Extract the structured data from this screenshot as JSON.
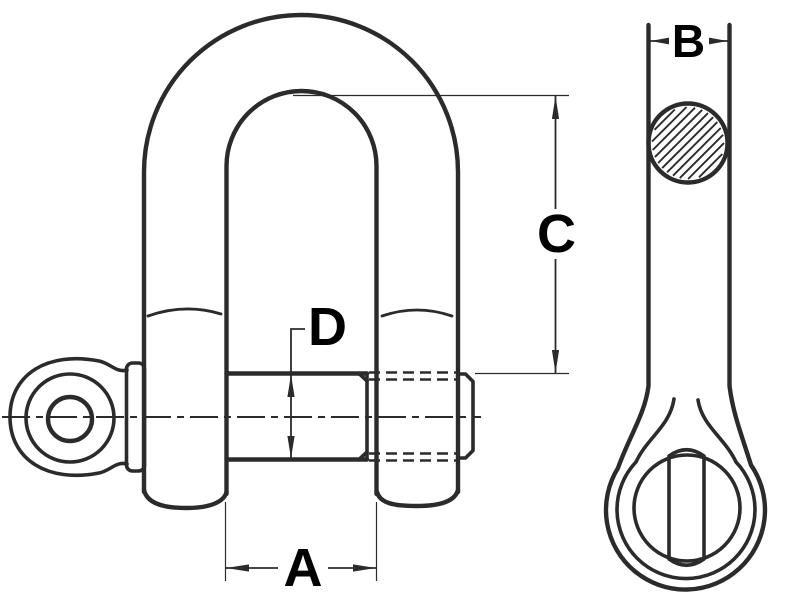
{
  "labels": {
    "dim_a": "A",
    "dim_b": "B",
    "dim_c": "C",
    "dim_d": "D"
  },
  "style": {
    "line_color": "#2b2b2b",
    "label_color": "#000000",
    "background": "#ffffff"
  }
}
